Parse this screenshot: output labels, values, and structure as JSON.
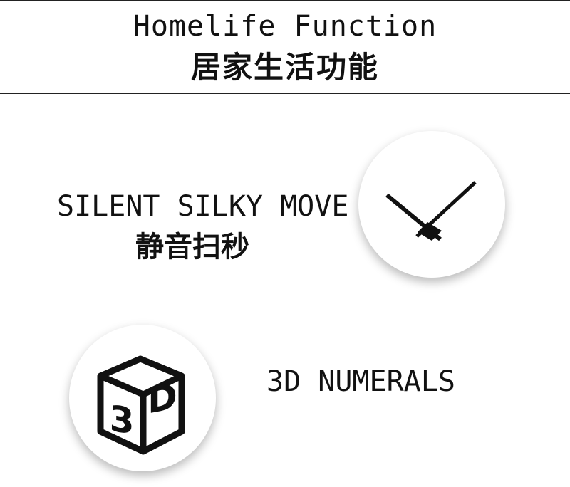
{
  "header": {
    "title_en": "Homelife Function",
    "title_zh": "居家生活功能"
  },
  "features": [
    {
      "title_en": "SILENT SILKY MOVE",
      "title_zh": "静音扫秒",
      "icon": "clock-hands-icon"
    },
    {
      "title_en": "3D NUMERALS",
      "icon": "3d-cube-icon",
      "icon_text": "3D"
    }
  ],
  "colors": {
    "background": "#ffffff",
    "text": "#111111",
    "divider": "#555555"
  }
}
